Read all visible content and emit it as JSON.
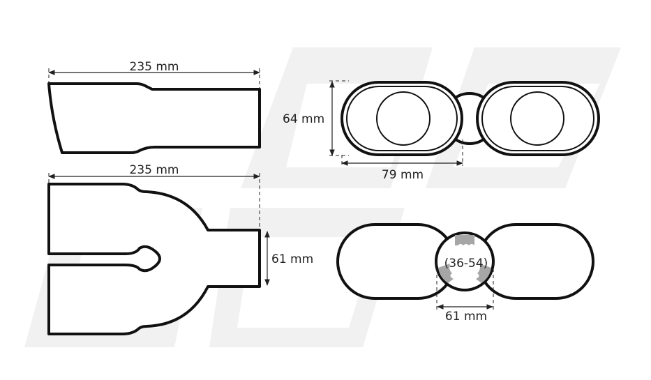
{
  "dimensions": {
    "side_length": "235 mm",
    "top_length": "235 mm",
    "inlet_width_top": "61 mm",
    "outlet_height": "64 mm",
    "outlet_width": "79 mm",
    "inlet_diameter_range": "(36-54)",
    "inlet_width_rear": "61 mm"
  },
  "colors": {
    "outline": "#111111",
    "watermark": "#f1f1f1",
    "clamp": "#a6a6a6"
  }
}
